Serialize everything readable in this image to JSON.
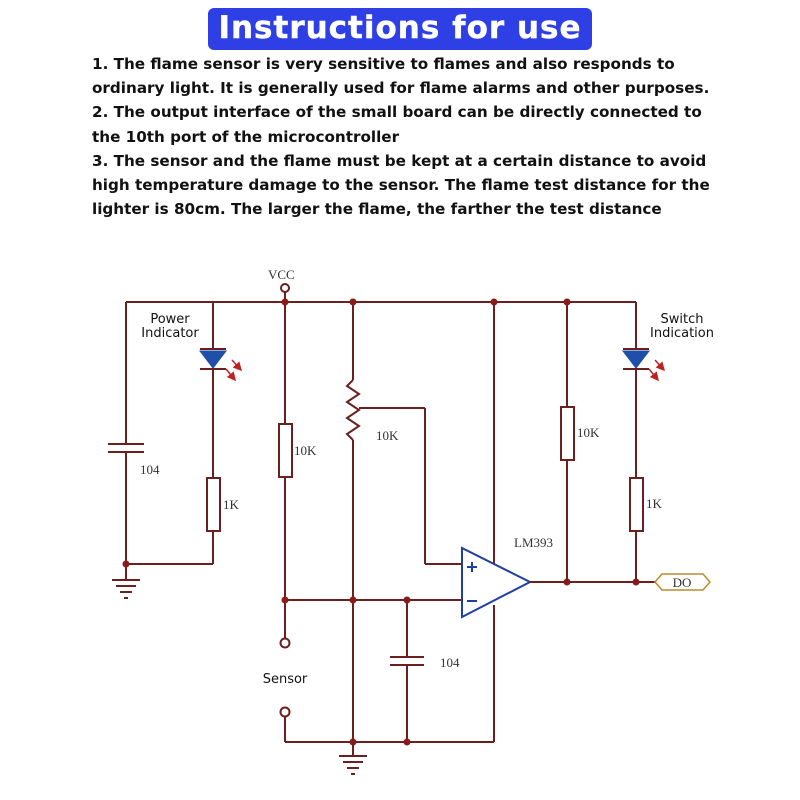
{
  "title": "Instructions for use",
  "instructions": [
    "1. The flame sensor is very sensitive to flames and also responds to ordinary light. It is generally used for flame alarms and other purposes.",
    "2. The output interface of the small board can be directly connected to the 10th port of the microcontroller",
    "3. The sensor and the flame must be kept at a certain distance to avoid high temperature damage to the sensor. The flame test distance for the lighter is 80cm. The larger the flame, the farther the test distance"
  ],
  "schematic": {
    "vcc_label": "VCC",
    "power_indicator_line1": "Power",
    "power_indicator_line2": "Indicator",
    "switch_indication_line1": "Switch",
    "switch_indication_line2": "Indication",
    "cap_left_value": "104",
    "res_power_led_value": "1K",
    "res_sensor_pullup_value": "10K",
    "pot_value": "10K",
    "res_output_pullup_value": "10K",
    "res_switch_led_value": "1K",
    "comparator_label": "LM393",
    "cap_bottom_value": "104",
    "sensor_label": "Sensor",
    "output_label": "DO",
    "plus_sign": "+",
    "minus_sign": "−"
  },
  "colors": {
    "title_bg": "#2f3fe6",
    "wire": "#6b1f1f",
    "led": "#1f4fa8",
    "led_light_arrow": "#c02020",
    "comparator": "#1e3fa0"
  }
}
